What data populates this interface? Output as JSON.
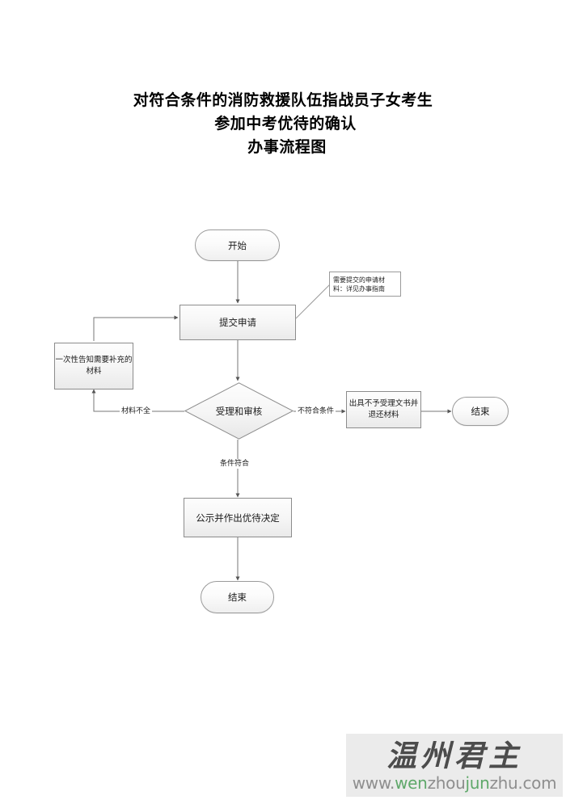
{
  "document": {
    "title_lines": [
      "对符合条件的消防救援队伍指战员子女考生",
      "参加中考优待的确认",
      "办事流程图"
    ]
  },
  "flowchart": {
    "type": "flowchart",
    "nodes": [
      {
        "id": "start",
        "label": "开始",
        "shape": "terminal"
      },
      {
        "id": "submit",
        "label": "提交申请",
        "shape": "process"
      },
      {
        "id": "note",
        "label": "需要提交的申请材料：详见办事指南",
        "shape": "note"
      },
      {
        "id": "notify",
        "label": "一次性告知需要补充的材料",
        "shape": "process"
      },
      {
        "id": "review",
        "label": "受理和审核",
        "shape": "decision"
      },
      {
        "id": "reject",
        "label": "出具不予受理文书并退还材料",
        "shape": "process"
      },
      {
        "id": "end_right",
        "label": "结束",
        "shape": "terminal"
      },
      {
        "id": "decide",
        "label": "公示并作出优待决定",
        "shape": "process"
      },
      {
        "id": "end_main",
        "label": "结束",
        "shape": "terminal"
      }
    ],
    "edges": [
      {
        "from": "start",
        "to": "submit",
        "label": ""
      },
      {
        "from": "submit",
        "to": "review",
        "label": ""
      },
      {
        "from": "review",
        "to": "notify",
        "label": "材料不全"
      },
      {
        "from": "notify",
        "to": "submit",
        "label": ""
      },
      {
        "from": "review",
        "to": "reject",
        "label": "不符合条件"
      },
      {
        "from": "reject",
        "to": "end_right",
        "label": ""
      },
      {
        "from": "review",
        "to": "decide",
        "label": "条件符合"
      },
      {
        "from": "decide",
        "to": "end_main",
        "label": ""
      }
    ],
    "edge_labels": {
      "incomplete": "材料不全",
      "not_qualified": "不符合条件",
      "qualified": "条件符合"
    }
  },
  "watermark": {
    "brand": "温州君主",
    "url_parts": [
      {
        "text": "www.",
        "color": "gray"
      },
      {
        "text": "wen",
        "color": "green"
      },
      {
        "text": "zhou",
        "color": "gray"
      },
      {
        "text": "jun",
        "color": "green"
      },
      {
        "text": "zhu.com",
        "color": "gray"
      }
    ],
    "url_full": "www.wenzhoujunzhu.com",
    "colors": {
      "green": "#5fa86a",
      "gray": "#8e8e8e",
      "background": "#ebebeb"
    }
  }
}
